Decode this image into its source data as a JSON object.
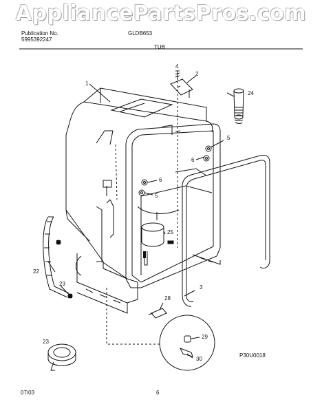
{
  "watermark": "AppliancePartsPros.com",
  "header": {
    "publication_label": "Publication No.",
    "publication_number": "5995392247",
    "model": "GLDB653",
    "section": "TUB"
  },
  "figure_code": "P30U0018",
  "footer": {
    "date": "07/03",
    "page": "6"
  },
  "callouts": {
    "c1": "1",
    "c2": "2",
    "c3": "3",
    "c4": "4",
    "c5a": "5",
    "c5b": "5",
    "c6a": "6",
    "c6b": "6",
    "c22": "22",
    "c23a": "23",
    "c23b": "23",
    "c24": "24",
    "c25": "25",
    "c28": "28",
    "c29": "29",
    "c30": "30"
  },
  "colors": {
    "line": "#111111",
    "paper": "#ffffff"
  }
}
